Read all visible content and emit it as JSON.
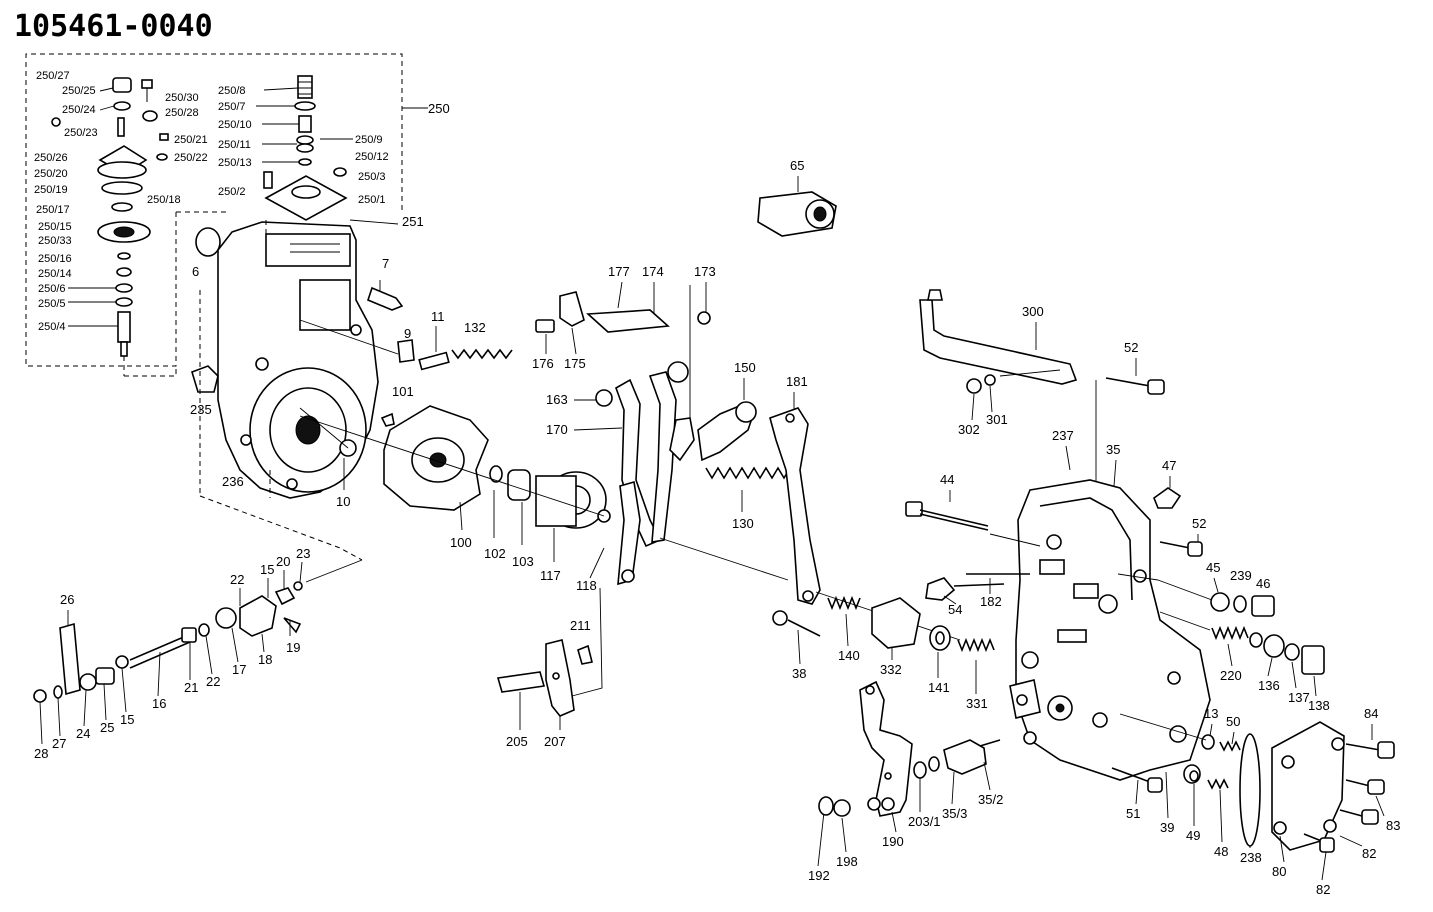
{
  "diagram": {
    "part_number": "105461-0040"
  },
  "labels": {
    "assembly_250": "250",
    "sub": [
      "250/27",
      "250/25",
      "250/30",
      "250/24",
      "250/28",
      "250/23",
      "250/21",
      "250/26",
      "250/22",
      "250/20",
      "250/19",
      "250/18",
      "250/17",
      "250/15",
      "250/33",
      "250/16",
      "250/14",
      "250/6",
      "250/5",
      "250/4",
      "250/8",
      "250/7",
      "250/10",
      "250/9",
      "250/11",
      "250/12",
      "250/13",
      "250/3",
      "250/2",
      "250/1"
    ],
    "p251": "251",
    "p6": "6",
    "p7": "7",
    "p9": "9",
    "p11": "11",
    "p132": "132",
    "p235": "235",
    "p236": "236",
    "p101": "101",
    "p10": "10",
    "p65": "65",
    "p177": "177",
    "p174": "174",
    "p173": "173",
    "p176": "176",
    "p175": "175",
    "p163": "163",
    "p170": "170",
    "p150": "150",
    "p181": "181",
    "p130": "130",
    "p100": "100",
    "p102": "102",
    "p103": "103",
    "p117": "117",
    "p118": "118",
    "p300": "300",
    "p52a": "52",
    "p302": "302",
    "p301": "301",
    "p237": "237",
    "p35": "35",
    "p47": "47",
    "p44": "44",
    "p52b": "52",
    "p45": "45",
    "p239": "239",
    "p46": "46",
    "p54": "54",
    "p182": "182",
    "p220": "220",
    "p136": "136",
    "p137": "137",
    "p138": "138",
    "p26": "26",
    "p22a": "22",
    "p15a": "15",
    "p20": "20",
    "p23": "23",
    "p19": "19",
    "p18": "18",
    "p17": "17",
    "p22b": "22",
    "p21": "21",
    "p16": "16",
    "p15b": "15",
    "p25": "25",
    "p24": "24",
    "p27": "27",
    "p28": "28",
    "p211": "211",
    "p205": "205",
    "p207": "207",
    "p38": "38",
    "p140": "140",
    "p332": "332",
    "p141": "141",
    "p331": "331",
    "p13": "13",
    "p50": "50",
    "p84": "84",
    "p203_1": "203/1",
    "p35_3": "35/3",
    "p35_2": "35/2",
    "p190": "190",
    "p198": "198",
    "p192": "192",
    "p51": "51",
    "p39": "39",
    "p49": "49",
    "p48": "48",
    "p238": "238",
    "p80": "80",
    "p83": "83",
    "p82a": "82",
    "p82b": "82"
  }
}
